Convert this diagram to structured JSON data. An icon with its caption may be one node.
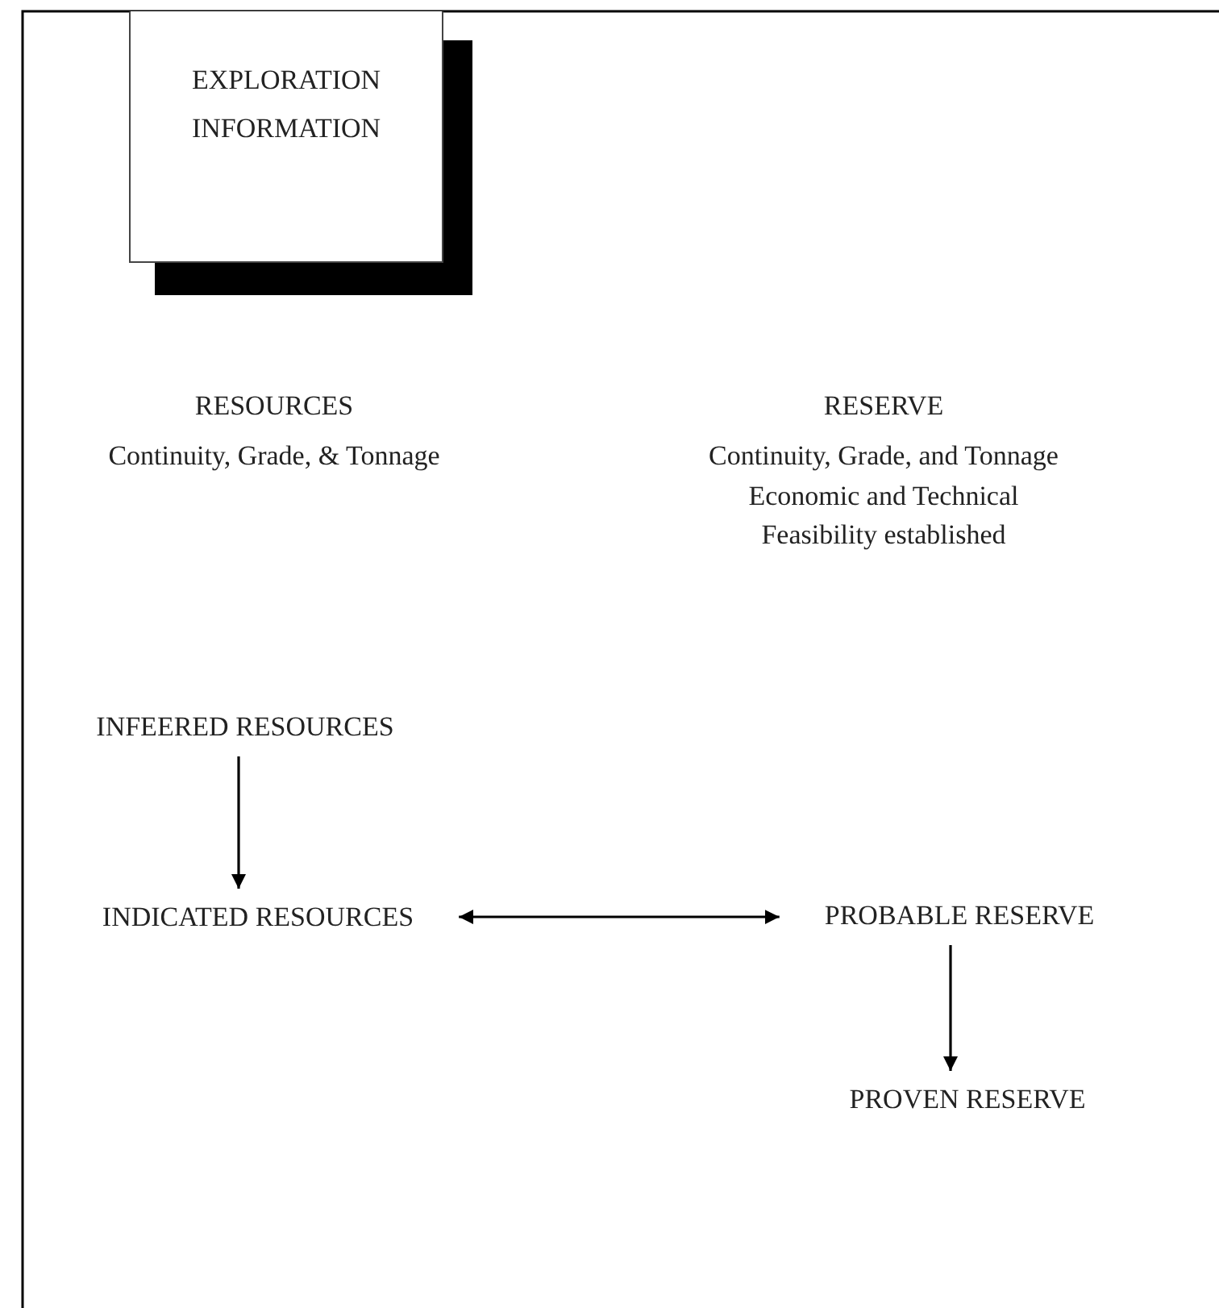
{
  "diagram": {
    "nodes": [
      {
        "text": [
          "EXPLORATION INFORMATION"
        ]
      },
      {
        "text": [
          "INFEERED RESOURCES"
        ]
      },
      {
        "text": [
          "INDICATED RESOURCES"
        ]
      },
      {
        "text": [
          "PROBABLE RESERVE"
        ]
      },
      {
        "text": [
          "PROVEN RESERVE"
        ]
      }
    ],
    "edges": [
      {
        "from": 1,
        "to": 2,
        "arrow": "to"
      },
      {
        "from": 2,
        "to": 3,
        "arrow": "both"
      },
      {
        "from": 3,
        "to": 4,
        "arrow": "to"
      }
    ],
    "labels": [
      "RESOURCES",
      "Continuity, Grade, & Tonnage",
      "RESERVE",
      "Continuity, Grade, and Tonnage",
      "Economic and Technical Feasibility established"
    ]
  }
}
